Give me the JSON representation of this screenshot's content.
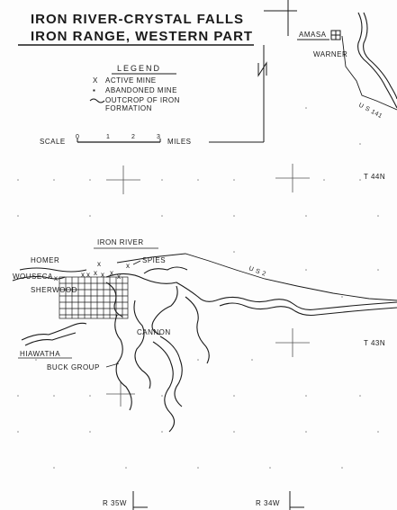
{
  "title": {
    "line1": "IRON RIVER-CRYSTAL FALLS",
    "line2": "IRON RANGE, WESTERN PART"
  },
  "legend": {
    "heading": "LEGEND",
    "items": [
      {
        "symbol": "X",
        "label": "ACTIVE MINE"
      },
      {
        "symbol": "▪",
        "label": "ABANDONED MINE"
      },
      {
        "symbol": "~",
        "label": "OUTCROP OF IRON"
      },
      {
        "symbol": "",
        "label": "FORMATION"
      }
    ]
  },
  "scale": {
    "label": "SCALE",
    "ticks": [
      "0",
      "1",
      "2",
      "3"
    ],
    "unit": "MILES"
  },
  "north_arrow": "N",
  "towns": {
    "amasa": "AMASA",
    "warner": "WARNER",
    "iron_river": "IRON RIVER",
    "homer": "HOMER",
    "spies": "SPIES",
    "wousecad": "WOUSECA",
    "sherwood": "SHERWOOD",
    "cannon": "CANNON",
    "hiawatha": "HIAWATHA",
    "buck_group": "BUCK GROUP"
  },
  "roads": {
    "us141": "U S 141",
    "us2": "U S 2"
  },
  "townships": {
    "t44n": "T 44N",
    "t43n": "T 43N"
  },
  "ranges": {
    "r35w": "R 35W",
    "r34w": "R 34W"
  },
  "colors": {
    "ink": "#1a1a1a",
    "paper": "#fdfdfd"
  }
}
